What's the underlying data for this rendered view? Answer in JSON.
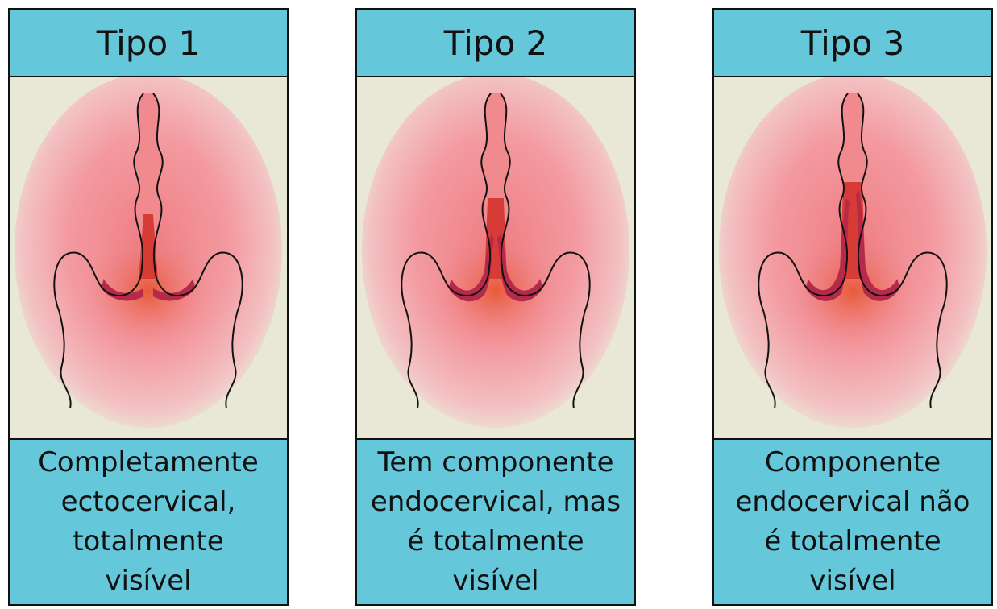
{
  "panels": [
    {
      "title": "Tipo 1",
      "illustration": "cervix-transformation-zone-type-1",
      "description_lines": [
        "Completamente",
        "ectocervical,",
        "totalmente",
        "visível"
      ]
    },
    {
      "title": "Tipo 2",
      "illustration": "cervix-transformation-zone-type-2",
      "description_lines": [
        "Tem componente",
        "endocervical, mas",
        "é totalmente",
        "visível"
      ]
    },
    {
      "title": "Tipo 3",
      "illustration": "cervix-transformation-zone-type-3",
      "description_lines": [
        "Componente",
        "endocervical não",
        "é totalmente",
        "visível"
      ]
    }
  ],
  "colors": {
    "header_fill": "#65c7da",
    "background_tissue": "#e9e8d6",
    "glow_pink": "#f08c90",
    "glow_core": "#ec6a3e",
    "lesion_dark": "#b52a4a",
    "outline": "#111111"
  }
}
